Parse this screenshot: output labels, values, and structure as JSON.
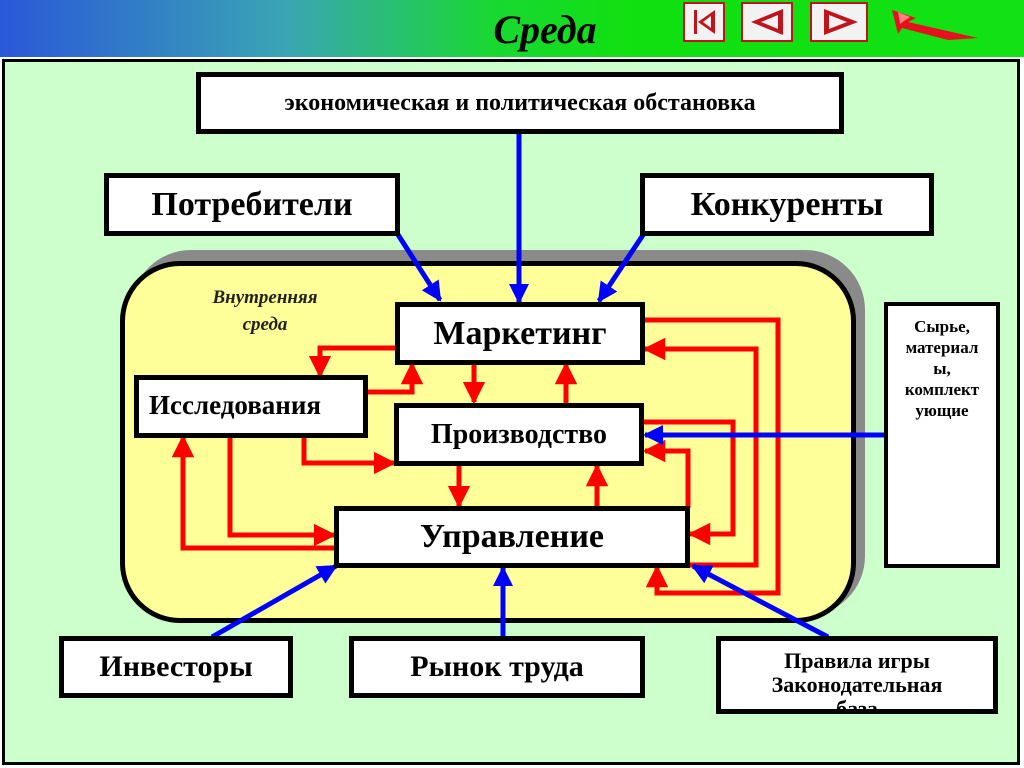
{
  "header": {
    "title": "Среда",
    "nav": {
      "first_icon": "skip-back-icon",
      "prev_icon": "triangle-left-icon",
      "next_icon": "triangle-right-icon",
      "return_icon": "return-arrow-icon"
    }
  },
  "diagram": {
    "environment_top": "экономическая и политическая обстановка",
    "consumers": "Потребители",
    "competitors": "Конкуренты",
    "internal_label_line1": "Внутренняя",
    "internal_label_line2": "среда",
    "marketing": "Маркетинг",
    "research": "Исследования",
    "production": "Производство",
    "management": "Управление",
    "raw_materials": [
      "Сырье,",
      "материал",
      "ы,",
      "комплект",
      "ующие"
    ],
    "investors": "Инвесторы",
    "labor_market": "Рынок труда",
    "rules_line1": "Правила игры",
    "rules_line2": "Законодательная",
    "rules_line3": "база"
  },
  "colors": {
    "flow_internal": "#ff0000",
    "flow_external": "#0000ff",
    "panel_bg": "#ccffcc",
    "internal_bg": "#ffff99"
  }
}
